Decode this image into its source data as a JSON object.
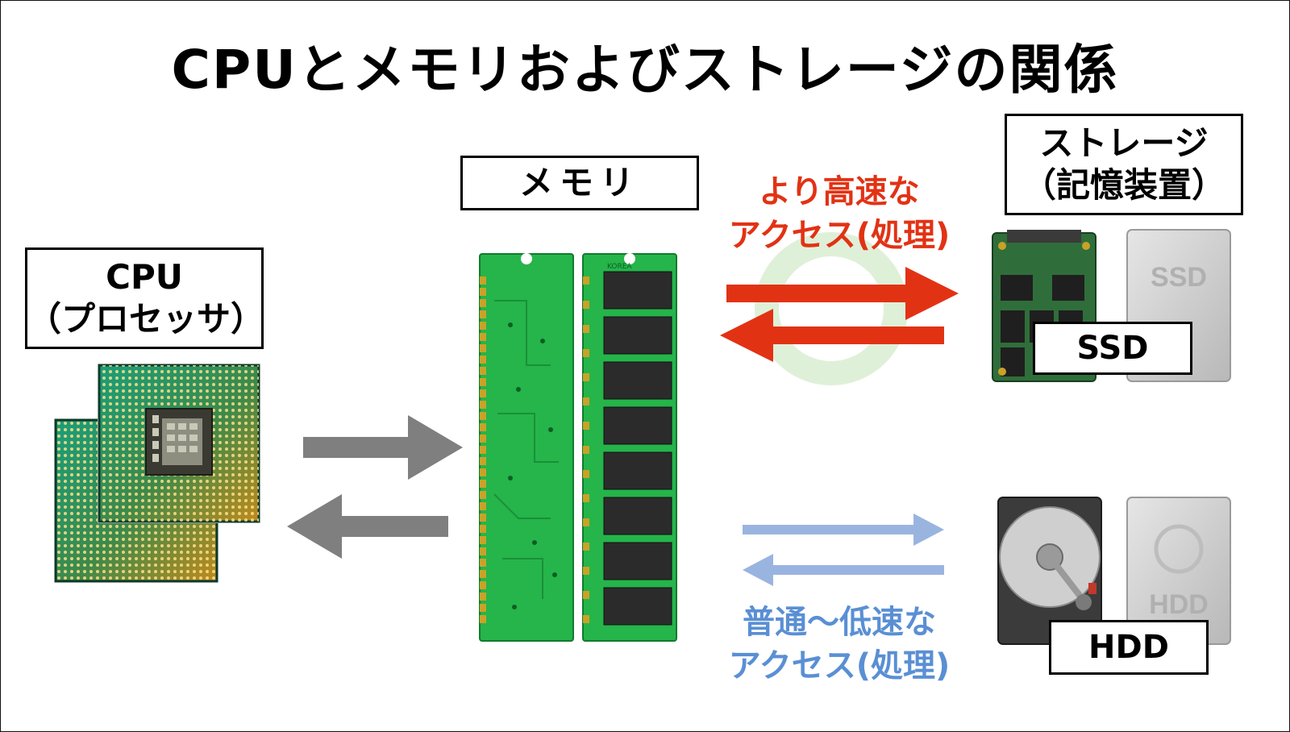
{
  "title": "CPUとメモリおよびストレージの関係",
  "cpu": {
    "label_line1": "CPU",
    "label_line2": "（プロセッサ）"
  },
  "memory": {
    "label": "メモリ",
    "module_marking": "KOREA"
  },
  "storage": {
    "label_line1": "ストレージ",
    "label_line2": "（記憶装置）",
    "ssd": {
      "badge": "SSD",
      "case_text": "SSD"
    },
    "hdd": {
      "badge": "HDD",
      "case_text": "HDD"
    }
  },
  "fast_access": {
    "line1": "より高速な",
    "line2": "アクセス(処理)"
  },
  "slow_access": {
    "line1": "普通〜低速な",
    "line2": "アクセス(処理)"
  },
  "colors": {
    "fast": "#e23214",
    "slow_text": "#5a8fd4",
    "slow_arrow": "#9ab4e0",
    "cpu_memory_arrow": "#7f7f7f",
    "pcb": "#25b54a"
  }
}
